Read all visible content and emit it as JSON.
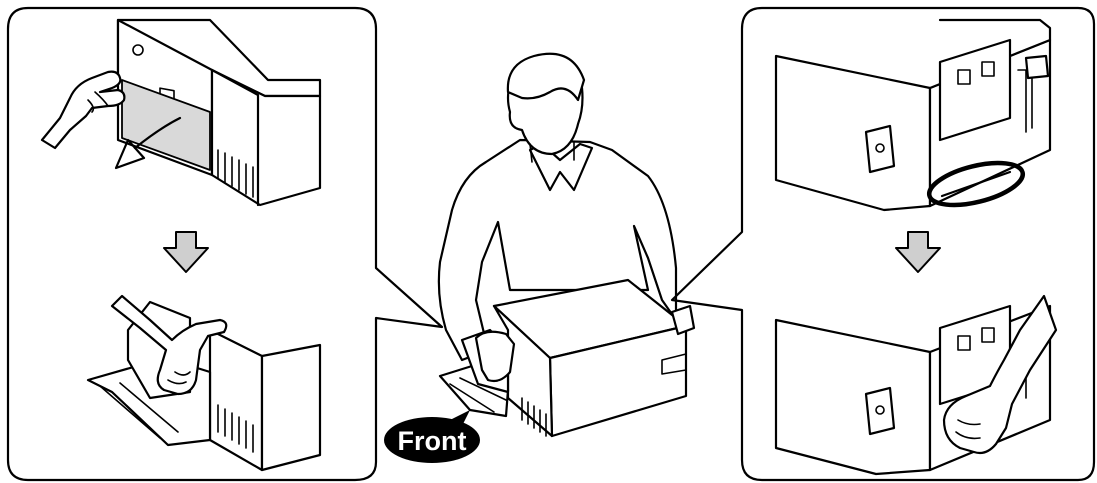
{
  "labels": {
    "front": "Front"
  },
  "panels": {
    "left": {
      "step1": "open-front-cover",
      "arrow": "down",
      "step2": "grip-inside-front"
    },
    "center": {
      "scene": "person-carrying-printer"
    },
    "right": {
      "step1": "locate-hand-recess-on-back",
      "arrow": "down",
      "step2": "grip-recess-on-back"
    }
  },
  "colors": {
    "line": "#000000",
    "arrow_fill": "#cfcfcf",
    "cover_fill": "#d9d9d9",
    "label_bg": "#000000",
    "label_text": "#ffffff"
  }
}
